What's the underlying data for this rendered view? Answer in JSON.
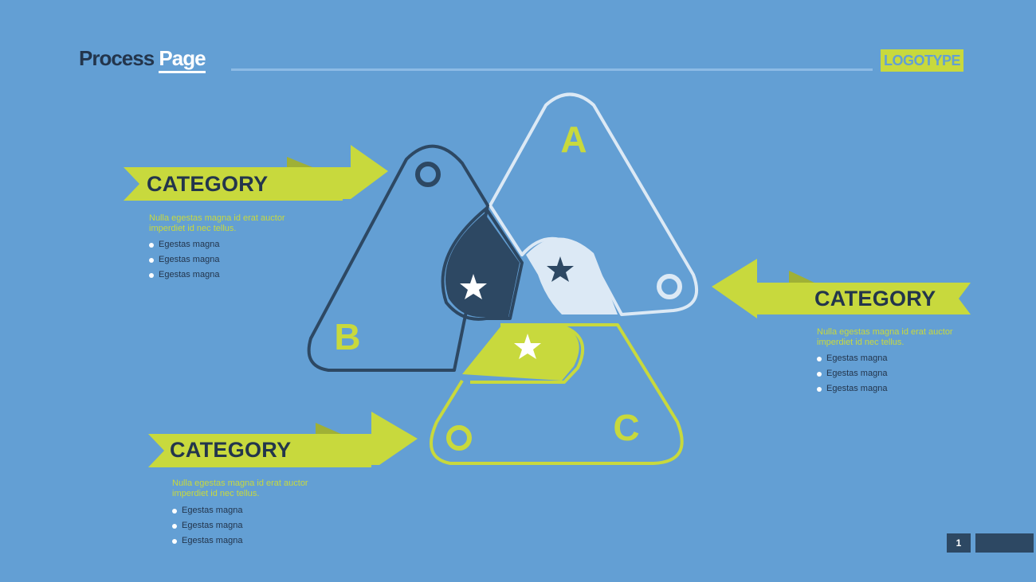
{
  "header": {
    "title_main": "Process",
    "title_accent": "Page",
    "logotype": "LOGOTYPE"
  },
  "diagram": {
    "triangles": [
      {
        "letter": "A",
        "color": "#dce9f5"
      },
      {
        "letter": "B",
        "color": "#2d4863"
      },
      {
        "letter": "C",
        "color": "#c8d93d"
      }
    ],
    "categories": [
      {
        "label": "CATEGORY",
        "description": "Nulla egestas magna id erat auctor imperdiet id nec tellus.",
        "bullets": [
          "Egestas magna",
          "Egestas magna",
          "Egestas magna"
        ]
      },
      {
        "label": "CATEGORY",
        "description": "Nulla egestas magna id erat auctor imperdiet id nec tellus.",
        "bullets": [
          "Egestas magna",
          "Egestas magna",
          "Egestas magna"
        ]
      },
      {
        "label": "CATEGORY",
        "description": "Nulla egestas magna id erat auctor imperdiet id nec tellus.",
        "bullets": [
          "Egestas magna",
          "Egestas magna",
          "Egestas magna"
        ]
      }
    ]
  },
  "footer": {
    "page_number": "1"
  },
  "colors": {
    "background": "#639fd4",
    "navy": "#23354c",
    "lime": "#c8d93d",
    "light": "#dce9f5"
  },
  "icons": [
    "arrow-right-icon",
    "arrow-left-icon",
    "star-icon",
    "circle-icon"
  ]
}
